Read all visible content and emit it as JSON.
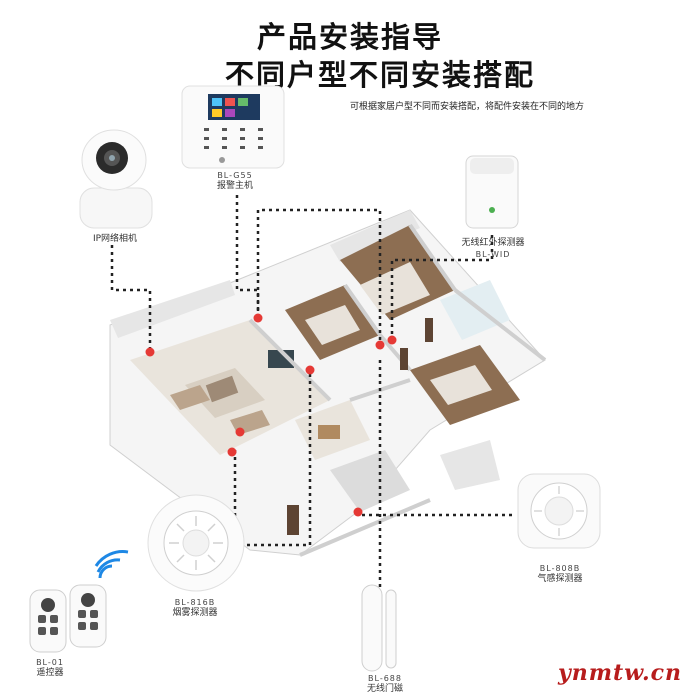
{
  "header": {
    "title_line1": "产品安装指导",
    "title_line2": "不同户型不同安装搭配",
    "subtitle": "可根据家居户型不同而安装搭配，将配件安装在不同的地方"
  },
  "devices": {
    "host": {
      "model": "BL-G55",
      "name": "报警主机"
    },
    "camera": {
      "name": "IP网络相机"
    },
    "pir": {
      "name": "无线红外探测器",
      "model": "BL-WID"
    },
    "smoke": {
      "model": "BL-816B",
      "name": "烟雾探测器"
    },
    "gas": {
      "model": "BL-808B",
      "name": "气感探测器"
    },
    "remote": {
      "model": "BL-01",
      "name": "遥控器"
    },
    "door": {
      "model": "BL-688",
      "name": "无线门磁"
    }
  },
  "watermark": "ynmtw.cn",
  "colors": {
    "marker": "#e53935",
    "line": "#222222",
    "wall": "#f2f2f2",
    "floor_wood": "#8d6e52"
  }
}
